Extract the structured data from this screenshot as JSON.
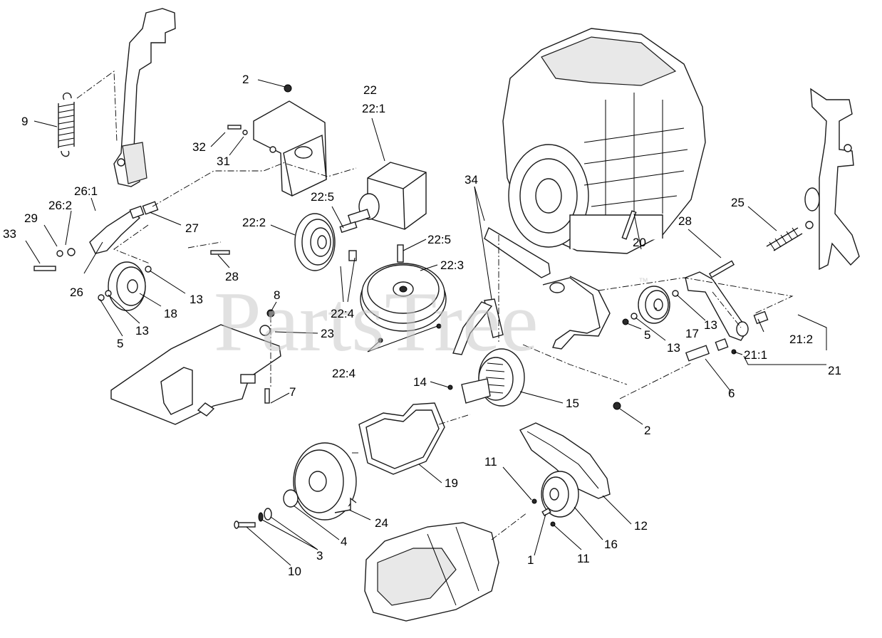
{
  "watermark": {
    "text": "PartsTree",
    "tm": "™"
  },
  "callouts": [
    {
      "text": "2"
    },
    {
      "text": "22"
    },
    {
      "text": "22:1"
    },
    {
      "text": "9"
    },
    {
      "text": "32"
    },
    {
      "text": "31"
    },
    {
      "text": "26:1"
    },
    {
      "text": "26:2"
    },
    {
      "text": "29"
    },
    {
      "text": "33"
    },
    {
      "text": "27"
    },
    {
      "text": "22:5"
    },
    {
      "text": "22:2"
    },
    {
      "text": "22:5"
    },
    {
      "text": "34"
    },
    {
      "text": "25"
    },
    {
      "text": "28"
    },
    {
      "text": "20"
    },
    {
      "text": "22:3"
    },
    {
      "text": "28"
    },
    {
      "text": "26"
    },
    {
      "text": "13"
    },
    {
      "text": "18"
    },
    {
      "text": "5"
    },
    {
      "text": "13"
    },
    {
      "text": "8"
    },
    {
      "text": "22:4"
    },
    {
      "text": "23"
    },
    {
      "text": "13"
    },
    {
      "text": "17"
    },
    {
      "text": "5"
    },
    {
      "text": "13"
    },
    {
      "text": "21:2"
    },
    {
      "text": "21:1"
    },
    {
      "text": "21"
    },
    {
      "text": "22:4"
    },
    {
      "text": "14"
    },
    {
      "text": "15"
    },
    {
      "text": "7"
    },
    {
      "text": "6"
    },
    {
      "text": "2"
    },
    {
      "text": "19"
    },
    {
      "text": "11"
    },
    {
      "text": "24"
    },
    {
      "text": "4"
    },
    {
      "text": "12"
    },
    {
      "text": "3"
    },
    {
      "text": "10"
    },
    {
      "text": "1"
    },
    {
      "text": "11"
    },
    {
      "text": "16"
    }
  ]
}
